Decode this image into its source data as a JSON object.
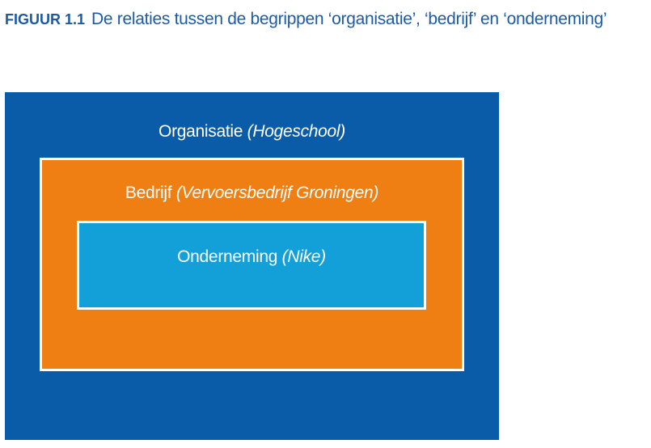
{
  "caption": {
    "label": "FIGUUR 1.1",
    "text": "De relaties tussen de begrippen ‘organisatie’, ‘bedrijf’ en ‘onderneming’"
  },
  "boxes": {
    "organisatie": {
      "term": "Organisatie",
      "example": "(Hogeschool)",
      "color": "#0a5ba8"
    },
    "bedrijf": {
      "term": "Bedrijf",
      "example": "(Vervoersbedrijf Groningen)",
      "color": "#ef7f12"
    },
    "onderneming": {
      "term": "Onderneming",
      "example": "(Nike)",
      "color": "#13a0d8"
    }
  }
}
